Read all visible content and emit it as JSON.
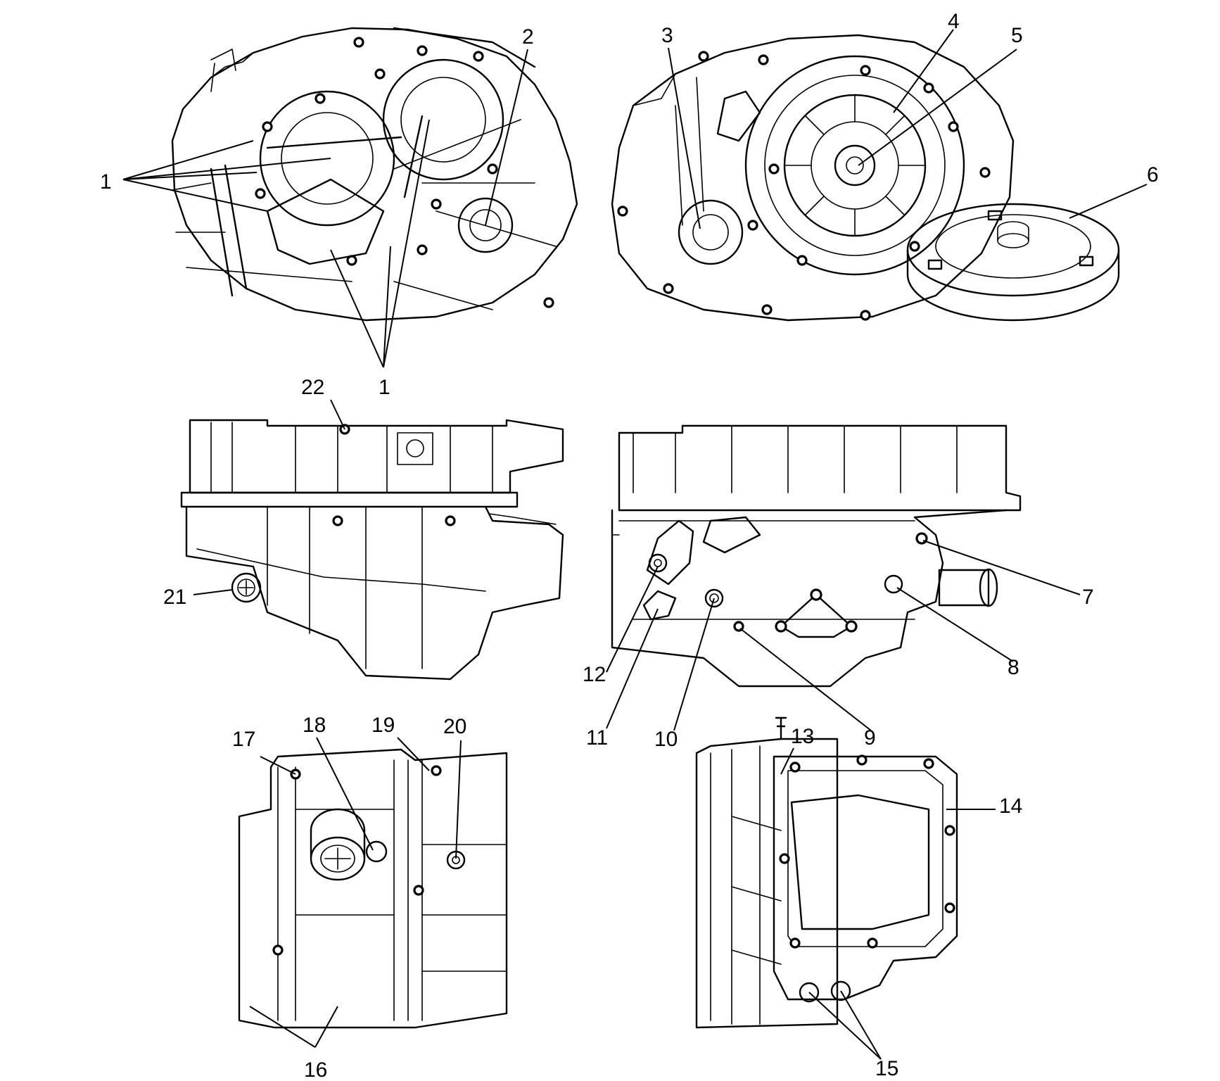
{
  "colors": {
    "line": "#000000",
    "background": "#ffffff"
  },
  "callouts": [
    {
      "key": "c1a",
      "text": "1"
    },
    {
      "key": "c1b",
      "text": "1"
    },
    {
      "key": "c2",
      "text": "2"
    },
    {
      "key": "c3",
      "text": "3"
    },
    {
      "key": "c4",
      "text": "4"
    },
    {
      "key": "c5",
      "text": "5"
    },
    {
      "key": "c6",
      "text": "6"
    },
    {
      "key": "c7",
      "text": "7"
    },
    {
      "key": "c8",
      "text": "8"
    },
    {
      "key": "c9",
      "text": "9"
    },
    {
      "key": "c10",
      "text": "10"
    },
    {
      "key": "c11",
      "text": "11"
    },
    {
      "key": "c12",
      "text": "12"
    },
    {
      "key": "c13",
      "text": "13"
    },
    {
      "key": "c14",
      "text": "14"
    },
    {
      "key": "c15",
      "text": "15"
    },
    {
      "key": "c16",
      "text": "16"
    },
    {
      "key": "c17",
      "text": "17"
    },
    {
      "key": "c18",
      "text": "18"
    },
    {
      "key": "c19",
      "text": "19"
    },
    {
      "key": "c20",
      "text": "20"
    },
    {
      "key": "c21",
      "text": "21"
    },
    {
      "key": "c22",
      "text": "22"
    }
  ]
}
